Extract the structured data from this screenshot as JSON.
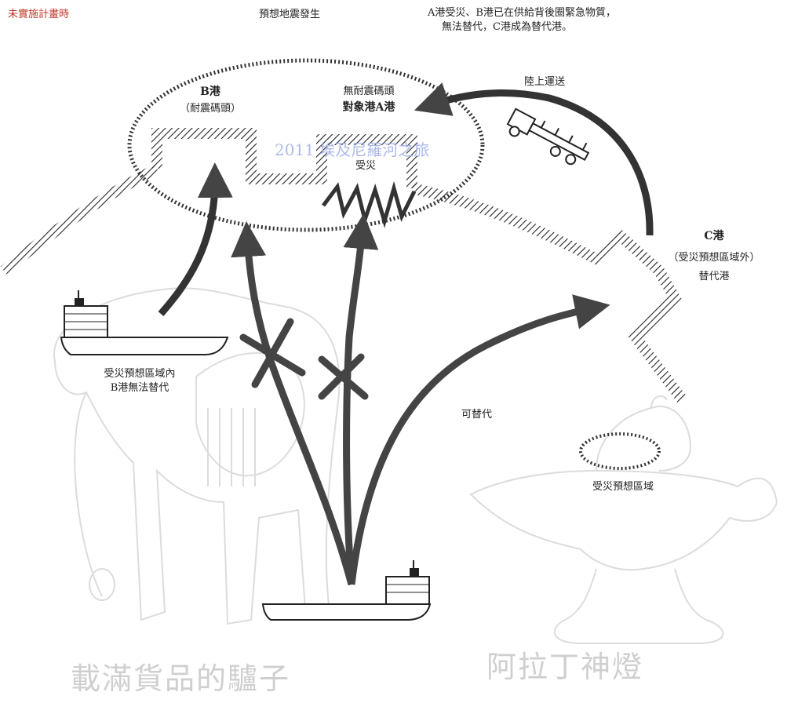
{
  "top_left_label": "未實施計畫時",
  "scenario_title": "預想地震發生",
  "note_lines": [
    "A港受災、B港已在供給背後圈緊急物質，",
    "無法替代，C港成為替代港。"
  ],
  "port_b": {
    "name": "B港",
    "sub": "（耐震碼頭）"
  },
  "port_a": {
    "line1": "無耐震碼頭",
    "line2": "對象港A港",
    "status": "受災"
  },
  "land_transport": "陸上運送",
  "port_c": {
    "name": "C港",
    "line1": "（受災預想區域外）",
    "line2": "替代港"
  },
  "ship_left_label": [
    "受災預想區域內",
    "B港無法替代"
  ],
  "replaceable": "可替代",
  "legend_area": "受災預想區域",
  "watermark": "2011 埃及尼羅河之旅",
  "deco_left": "載滿貨品的驢子",
  "deco_right": "阿拉丁神燈",
  "colors": {
    "arrow": "#444444",
    "hatch": "#222222",
    "pink": "#c0392b",
    "watermark": "#9fb0e6"
  }
}
